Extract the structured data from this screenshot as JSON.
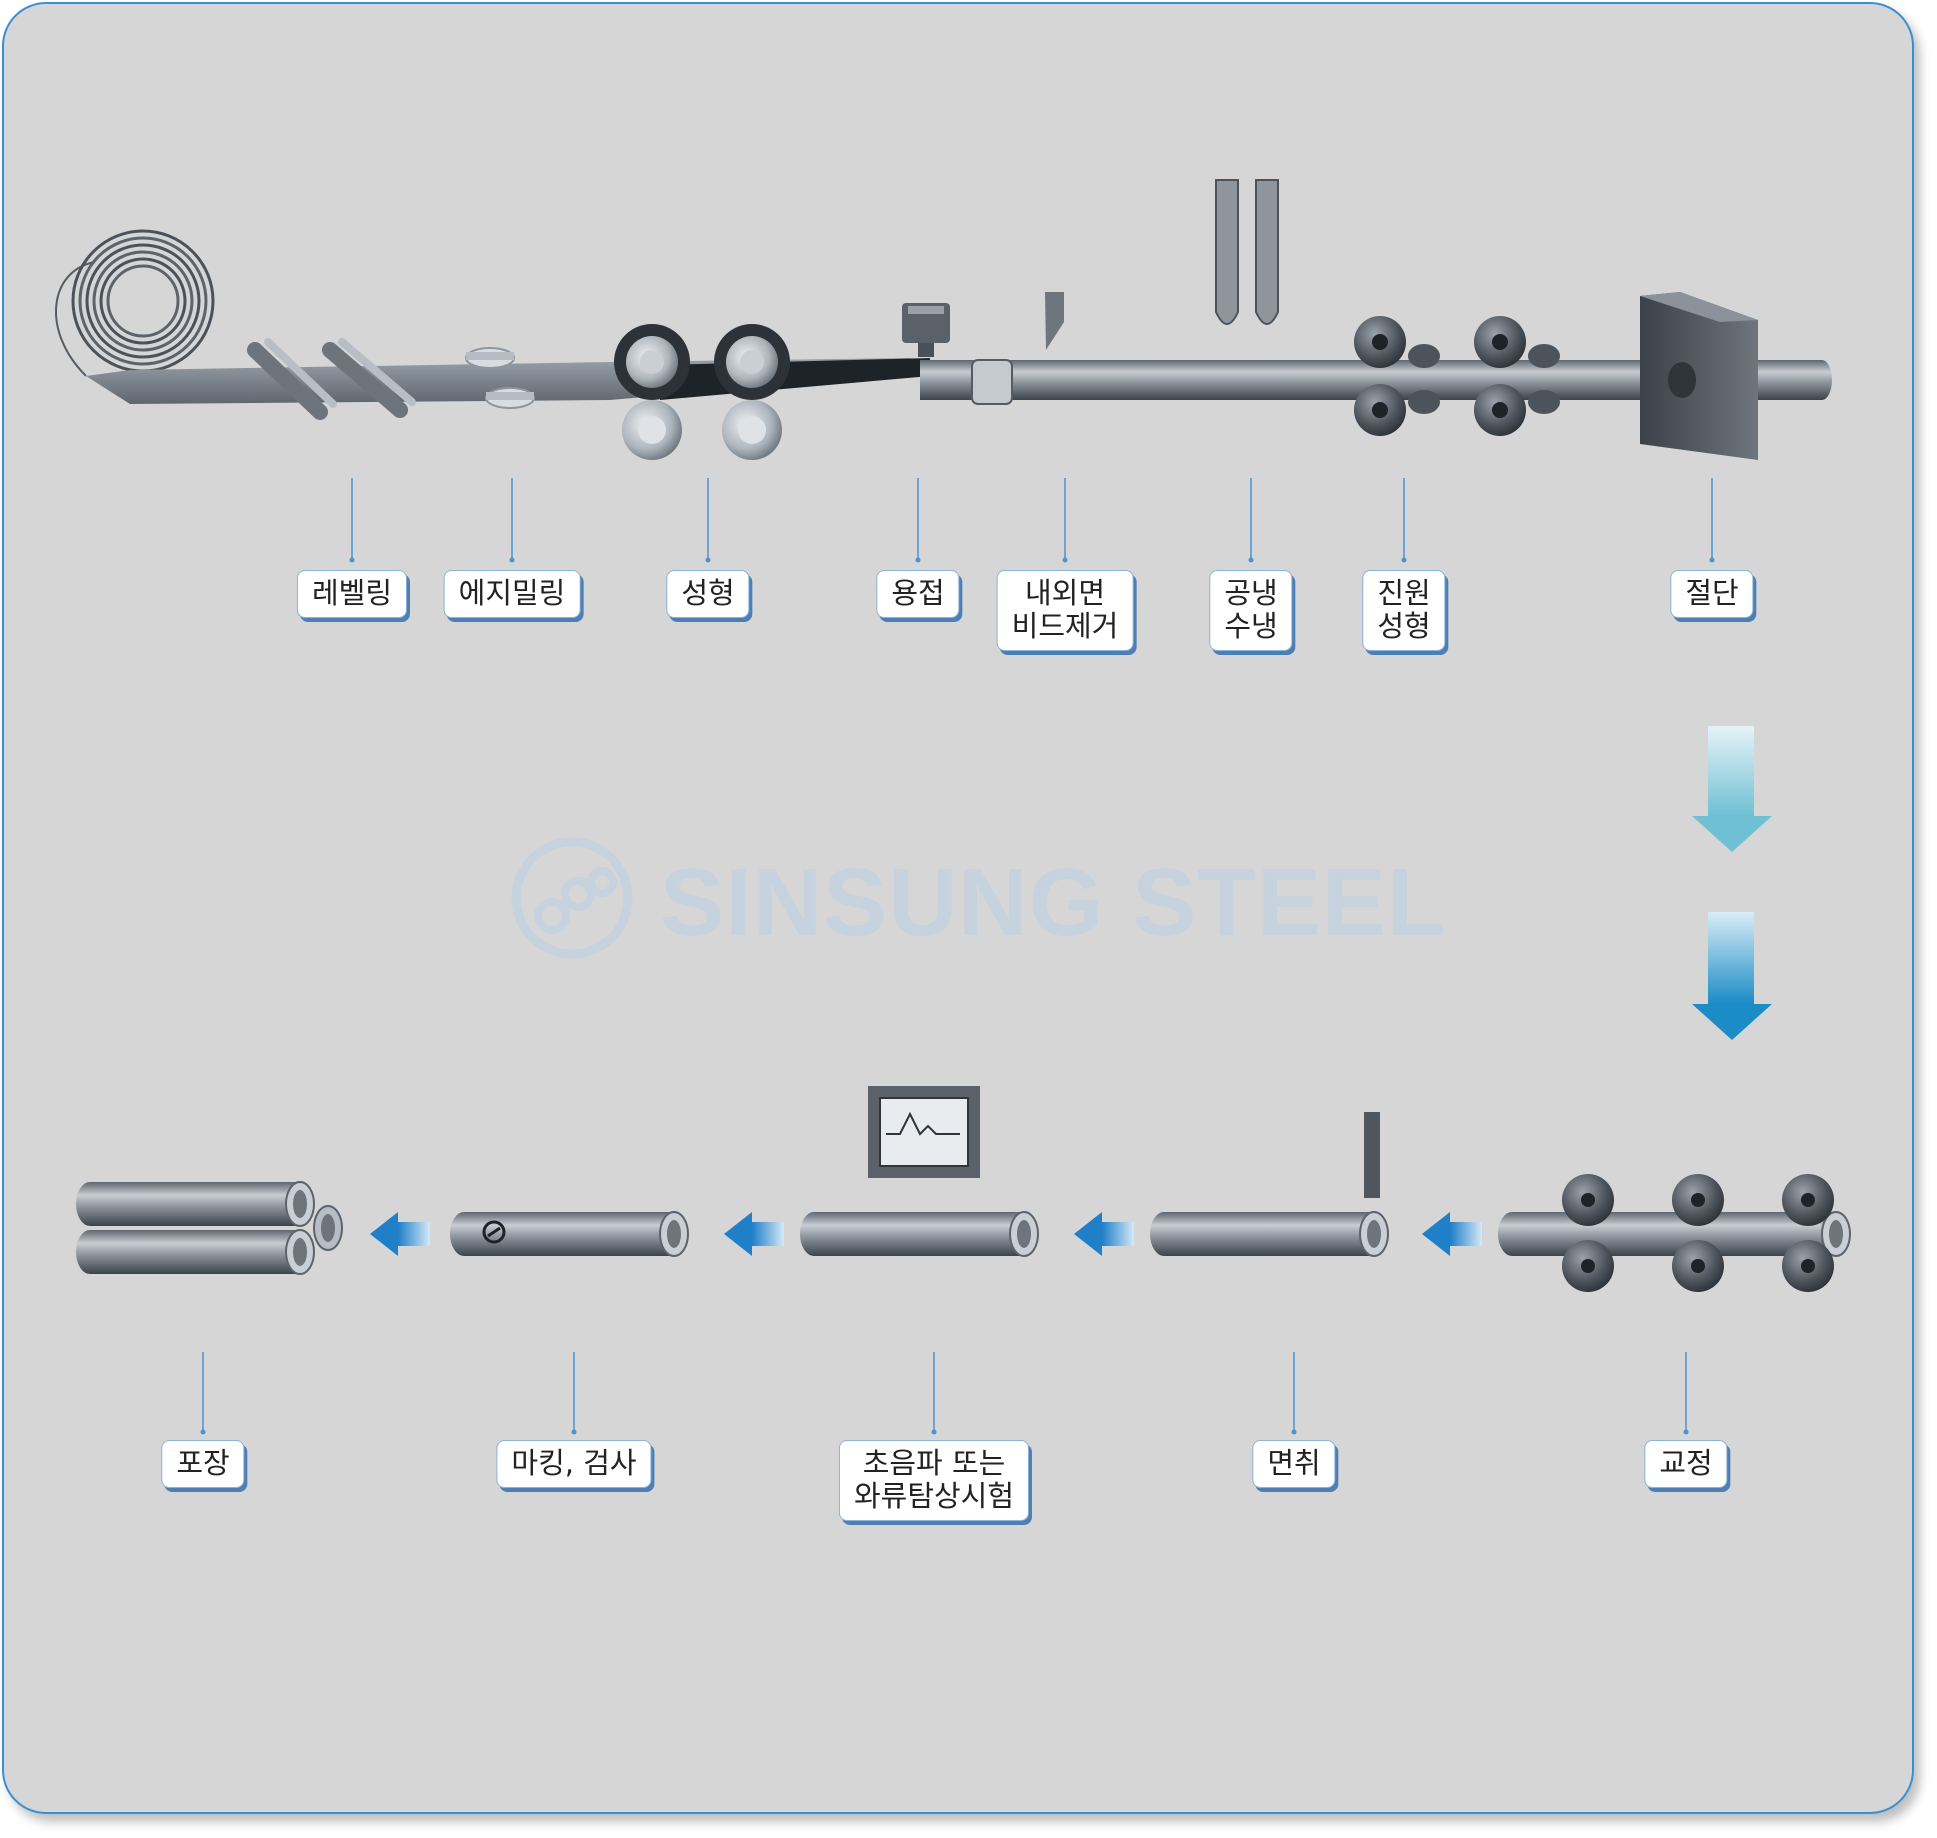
{
  "watermark": {
    "text": "SINSUNG STEEL"
  },
  "top_steps": [
    {
      "key": "leveling",
      "lines": [
        "레벨링"
      ]
    },
    {
      "key": "edge-milling",
      "lines": [
        "에지밀링"
      ]
    },
    {
      "key": "forming",
      "lines": [
        "성형"
      ]
    },
    {
      "key": "welding",
      "lines": [
        "용접"
      ]
    },
    {
      "key": "bead-removal",
      "lines": [
        "내외면",
        "비드제거"
      ]
    },
    {
      "key": "air-cooling",
      "lines": [
        "공냉",
        "수냉"
      ]
    },
    {
      "key": "sizing",
      "lines": [
        "진원",
        "성형"
      ]
    },
    {
      "key": "cutting",
      "lines": [
        "절단"
      ]
    }
  ],
  "bottom_steps": [
    {
      "key": "packing",
      "lines": [
        "포장"
      ]
    },
    {
      "key": "marking",
      "lines": [
        "마킹, 검사"
      ]
    },
    {
      "key": "testing",
      "lines": [
        "초음파 또는",
        "와류탐상시험"
      ]
    },
    {
      "key": "chamfer",
      "lines": [
        "면취"
      ]
    },
    {
      "key": "straightening",
      "lines": [
        "교정"
      ]
    }
  ],
  "colors": {
    "frame_border": "#3a8fd0",
    "background": "#d6d6d6",
    "connector": "#4a94d4",
    "arrow": "#1f7fc8",
    "down_arrow_top": "#6fc0d4",
    "down_arrow_bottom": "#1b8cc6"
  }
}
